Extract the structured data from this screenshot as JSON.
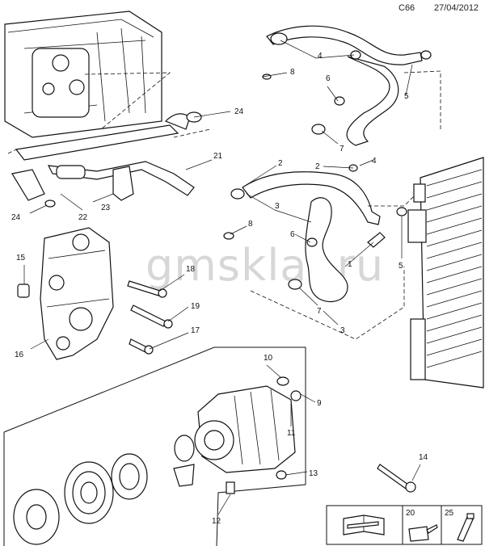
{
  "header": {
    "code": "C66",
    "date": "27/04/2012"
  },
  "watermark": "gmskla  .ru",
  "callouts": [
    "1",
    "2",
    "3",
    "4",
    "5",
    "6",
    "7",
    "8",
    "9",
    "10",
    "11",
    "12",
    "13",
    "14",
    "15",
    "16",
    "17",
    "18",
    "19",
    "20",
    "21",
    "22",
    "23",
    "24",
    "25"
  ],
  "legend": {
    "items": [
      "20",
      "25"
    ],
    "icons": [
      "book-wrench-icon",
      "oil-can-icon",
      "grease-tube-icon"
    ]
  }
}
